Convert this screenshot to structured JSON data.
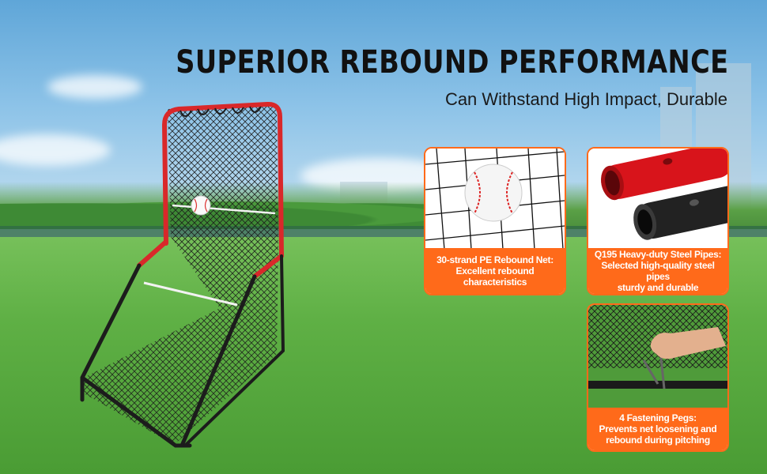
{
  "headline": "SUPERIOR REBOUND PERFORMANCE",
  "subheadline": "Can Withstand High Impact, Durable",
  "features": [
    {
      "line1": "30-strand PE Rebound Net:",
      "line2": "Excellent rebound",
      "line3": "characteristics"
    },
    {
      "line1": "Q195 Heavy-duty Steel Pipes:",
      "line2": "Selected high-quality steel pipes",
      "line3": "sturdy and durable"
    },
    {
      "line1": "4 Fastening Pegs:",
      "line2": "Prevents net loosening and",
      "line3": "rebound during pitching"
    }
  ],
  "colors": {
    "accent": "#ff6a1a",
    "frame_red": "#d9282a",
    "frame_black": "#1c1c1c"
  }
}
